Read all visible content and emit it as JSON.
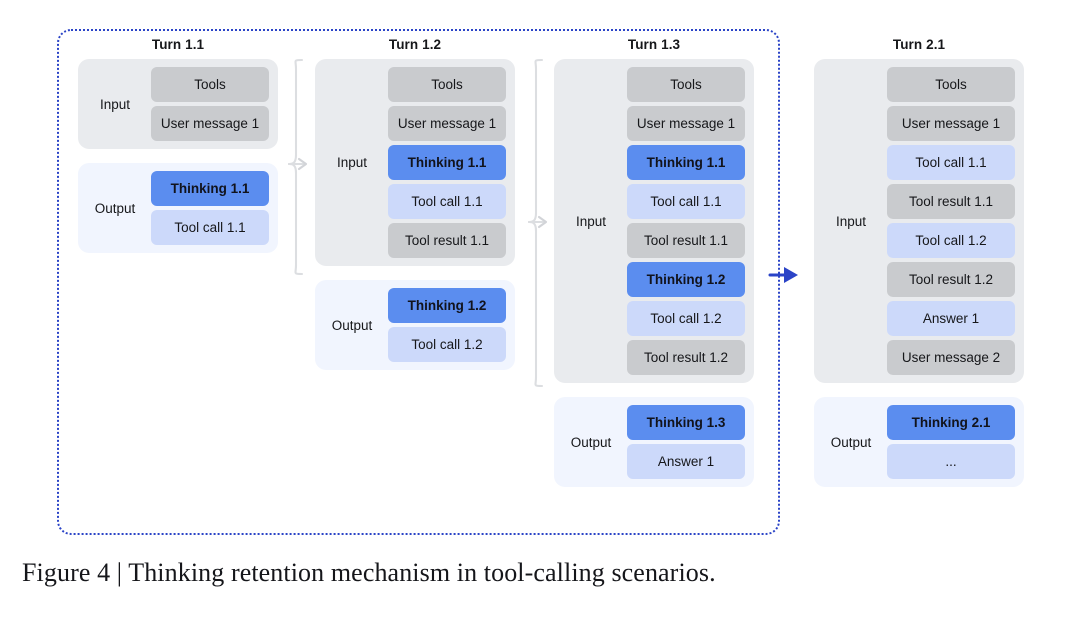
{
  "figure": {
    "caption": "Figure 4 | Thinking retention mechanism in tool-calling scenarios.",
    "accent_blue": "#2b44c7",
    "thinking_color": "#5b8def",
    "toolcall_color": "#ccd9fa",
    "gray_chip_color": "#c9cbce",
    "input_panel_color": "#e9ebee",
    "output_panel_color": "#f1f5fe"
  },
  "labels": {
    "input": "Input",
    "output": "Output"
  },
  "columns": [
    {
      "title": "Turn 1.1",
      "input": [
        {
          "text": "Tools",
          "kind": "gray"
        },
        {
          "text": "User message 1",
          "kind": "gray"
        }
      ],
      "output": [
        {
          "text": "Thinking 1.1",
          "kind": "thinking"
        },
        {
          "text": "Tool call 1.1",
          "kind": "toolcall"
        }
      ]
    },
    {
      "title": "Turn 1.2",
      "input": [
        {
          "text": "Tools",
          "kind": "gray"
        },
        {
          "text": "User message 1",
          "kind": "gray"
        },
        {
          "text": "Thinking 1.1",
          "kind": "thinking"
        },
        {
          "text": "Tool call 1.1",
          "kind": "toolcall"
        },
        {
          "text": "Tool result 1.1",
          "kind": "gray"
        }
      ],
      "output": [
        {
          "text": "Thinking 1.2",
          "kind": "thinking"
        },
        {
          "text": "Tool call 1.2",
          "kind": "toolcall"
        }
      ]
    },
    {
      "title": "Turn 1.3",
      "input": [
        {
          "text": "Tools",
          "kind": "gray"
        },
        {
          "text": "User message 1",
          "kind": "gray"
        },
        {
          "text": "Thinking 1.1",
          "kind": "thinking"
        },
        {
          "text": "Tool call 1.1",
          "kind": "toolcall"
        },
        {
          "text": "Tool result 1.1",
          "kind": "gray"
        },
        {
          "text": "Thinking 1.2",
          "kind": "thinking"
        },
        {
          "text": "Tool call 1.2",
          "kind": "toolcall"
        },
        {
          "text": "Tool result 1.2",
          "kind": "gray"
        }
      ],
      "output": [
        {
          "text": "Thinking 1.3",
          "kind": "thinking"
        },
        {
          "text": "Answer 1",
          "kind": "toolcall"
        }
      ]
    },
    {
      "title": "Turn 2.1",
      "input": [
        {
          "text": "Tools",
          "kind": "gray"
        },
        {
          "text": "User message 1",
          "kind": "gray"
        },
        {
          "text": "Tool call 1.1",
          "kind": "toolcall"
        },
        {
          "text": "Tool result 1.1",
          "kind": "gray"
        },
        {
          "text": "Tool call 1.2",
          "kind": "toolcall"
        },
        {
          "text": "Tool result 1.2",
          "kind": "gray"
        },
        {
          "text": "Answer 1",
          "kind": "toolcall"
        },
        {
          "text": "User message 2",
          "kind": "gray"
        }
      ],
      "output": [
        {
          "text": "Thinking 2.1",
          "kind": "thinking"
        },
        {
          "text": "...",
          "kind": "toolcall"
        }
      ]
    }
  ],
  "connectors": [
    {
      "name": "brace-turn11-to-turn12",
      "style": "gray-brace"
    },
    {
      "name": "brace-turn12-to-turn13",
      "style": "gray-brace"
    },
    {
      "name": "arrow-turn13-to-turn21",
      "style": "blue-arrow"
    }
  ]
}
